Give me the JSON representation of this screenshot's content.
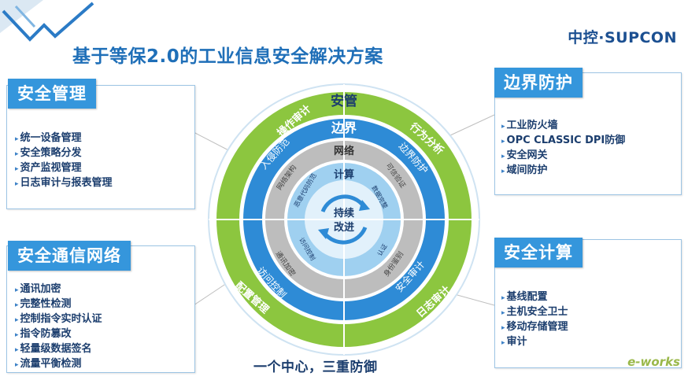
{
  "title": "基于等保2.0的工业信息安全解决方案",
  "logo": "中控·SUPCON",
  "footer": "一个中心，三重防御",
  "watermark": "e-works",
  "colors": {
    "outer_ring": "#8cc63f",
    "blue_ring": "#2e8bd6",
    "gray_ring": "#bdbdbd",
    "core": "#e2f1fb",
    "panel_head": "#3596dc"
  },
  "panels": {
    "mgmt": {
      "title": "安全管理",
      "items": [
        "统一设备管理",
        "安全策略分发",
        "资产监视管理",
        "日志审计与报表管理"
      ]
    },
    "net": {
      "title": "安全通信网络",
      "items": [
        "通讯加密",
        "完整性检测",
        "控制指令实时认证",
        "指令防篡改",
        "轻量级数据签名",
        "流量平衡检测"
      ]
    },
    "border": {
      "title": "边界防护",
      "items": [
        "工业防火墙",
        "OPC CLASSIC DPI防御",
        "安全网关",
        "域间防护"
      ]
    },
    "compute": {
      "title": "安全计算",
      "items": [
        "基线配置",
        "主机安全卫士",
        "移动存储管理",
        "审计"
      ]
    }
  },
  "rings": {
    "outer": {
      "label": "安管",
      "tags": [
        "操作审计",
        "行为分析",
        "日志审计",
        "配置管理"
      ]
    },
    "blue": {
      "label": "边界",
      "tags": [
        "入侵防范",
        "边界防护",
        "安全审计",
        "访问控制"
      ]
    },
    "gray": {
      "label": "网络",
      "tags": [
        "网络架构",
        "可信验证",
        "身份鉴别",
        "通讯加密"
      ]
    },
    "inner": {
      "label": "计算",
      "tags": [
        "恶意代码防范",
        "数据完整",
        "访问控制",
        "认证"
      ]
    },
    "core": {
      "line1": "持续",
      "line2": "改进"
    }
  }
}
